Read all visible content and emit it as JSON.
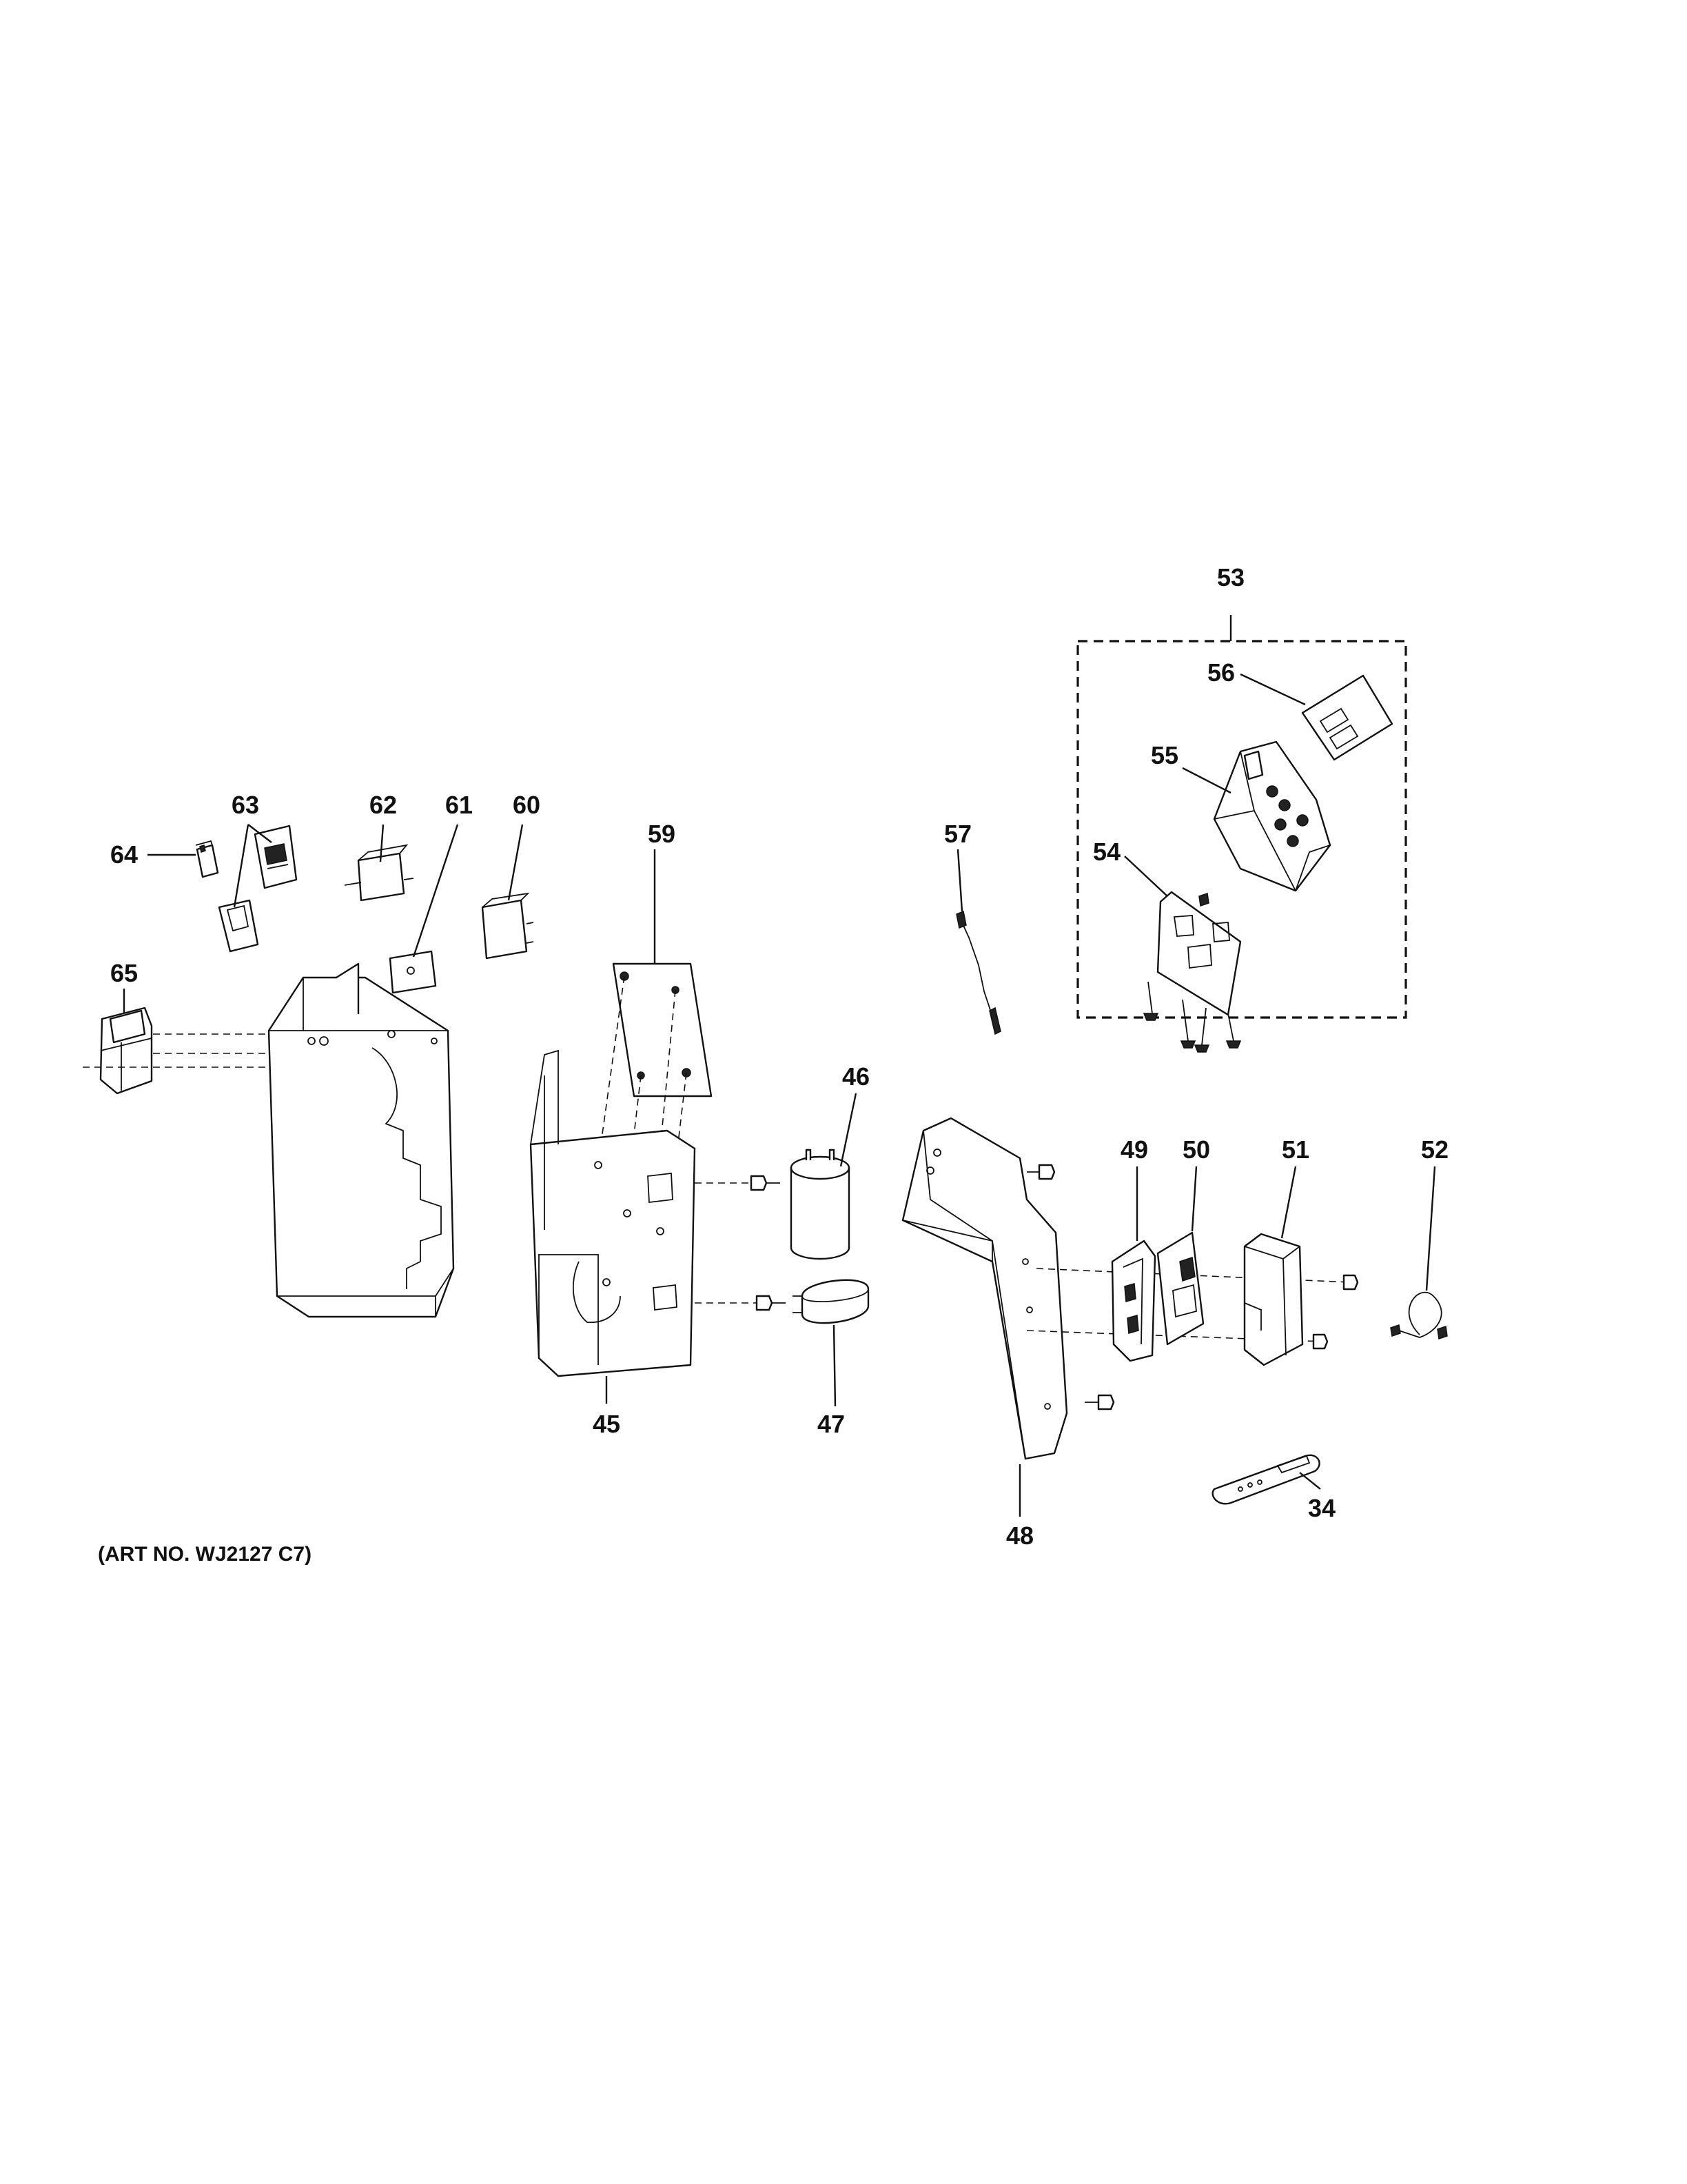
{
  "callouts": {
    "c34": "34",
    "c45": "45",
    "c46": "46",
    "c47": "47",
    "c48": "48",
    "c49": "49",
    "c50": "50",
    "c51": "51",
    "c52": "52",
    "c53": "53",
    "c54": "54",
    "c55": "55",
    "c56": "56",
    "c57": "57",
    "c59": "59",
    "c60": "60",
    "c61": "61",
    "c62": "62",
    "c63": "63",
    "c64": "64",
    "c65": "65"
  },
  "art_number": "(ART NO. WJ2127 C7)"
}
